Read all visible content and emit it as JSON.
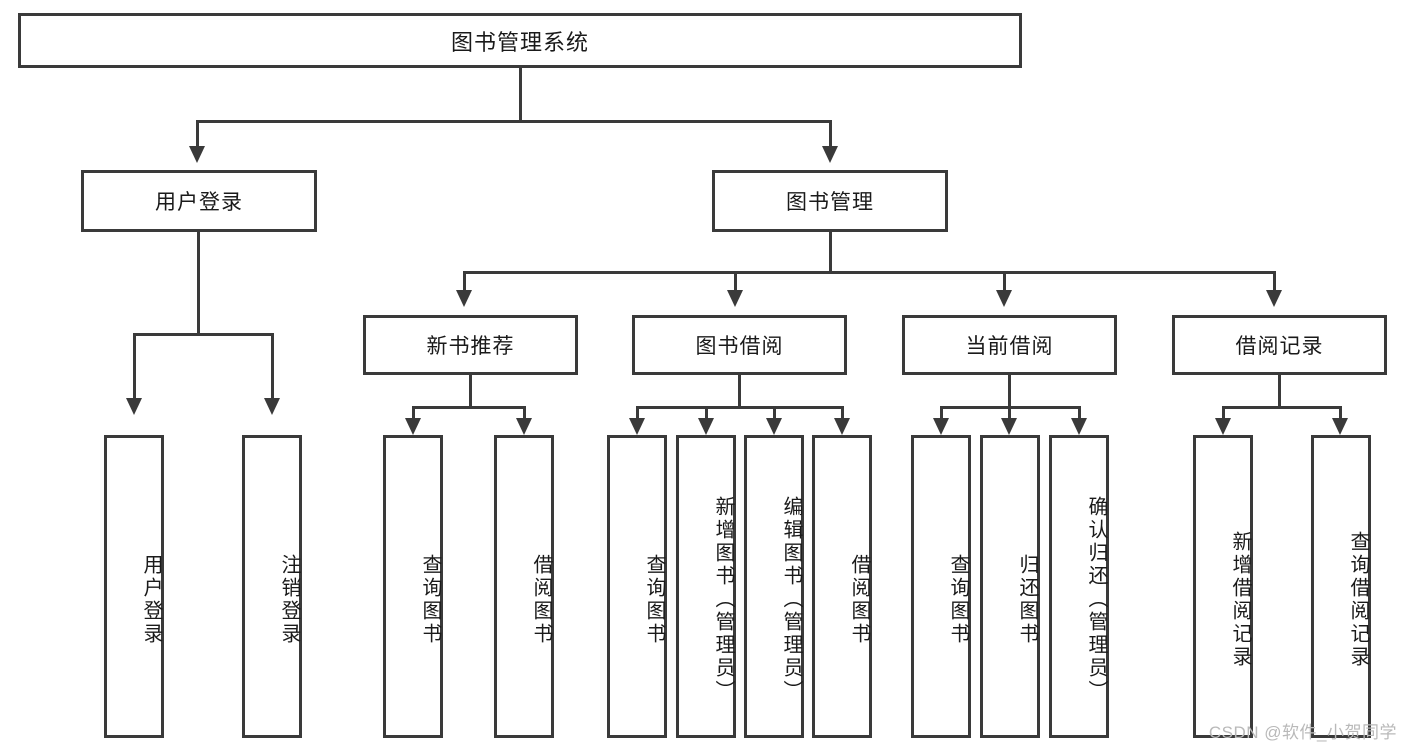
{
  "diagram": {
    "title": "图书管理系统",
    "type": "tree",
    "root": {
      "label": "图书管理系统"
    },
    "level2": [
      {
        "label": "用户登录"
      },
      {
        "label": "图书管理"
      }
    ],
    "level3": [
      {
        "label": "新书推荐"
      },
      {
        "label": "图书借阅"
      },
      {
        "label": "当前借阅"
      },
      {
        "label": "借阅记录"
      }
    ],
    "leaves": {
      "user_login": [
        {
          "label": "用户登录"
        },
        {
          "label": "注销登录"
        }
      ],
      "new_book_recommend": [
        {
          "label": "查询图书"
        },
        {
          "label": "借阅图书"
        }
      ],
      "book_borrow": [
        {
          "label": "查询图书"
        },
        {
          "label": "新增图书（管理员）"
        },
        {
          "label": "编辑图书（管理员）"
        },
        {
          "label": "借阅图书"
        }
      ],
      "current_borrow": [
        {
          "label": "查询图书"
        },
        {
          "label": "归还图书"
        },
        {
          "label": "确认归还（管理员）"
        }
      ],
      "borrow_record": [
        {
          "label": "新增借阅记录"
        },
        {
          "label": "查询借阅记录"
        }
      ]
    }
  },
  "watermark": {
    "text": "CSDN @软件_小贺同学"
  },
  "colors": {
    "stroke": "#3a3a3a",
    "text": "#1a1a1a",
    "background": "#ffffff",
    "watermark": "#b9b9b9"
  }
}
